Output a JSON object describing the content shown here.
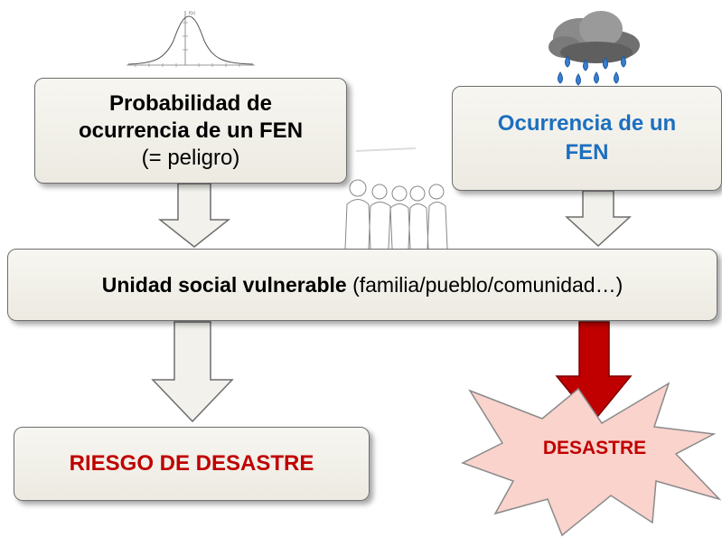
{
  "boxes": {
    "probability": {
      "line1": "Probabilidad de",
      "line2": "ocurrencia de un FEN",
      "line3": "(= peligro)"
    },
    "occurrence": {
      "line1": "Ocurrencia de un",
      "line2": "FEN"
    },
    "social_unit": {
      "bold_text": "Unidad social vulnerable",
      "normal_text": "(familia/pueblo/comunidad…)"
    },
    "risk": {
      "text": "RIESGO DE DESASTRE"
    },
    "disaster": {
      "text": "DESASTRE"
    }
  },
  "colors": {
    "occurrence_text": "#1b6fc0",
    "risk_text": "#c00000",
    "disaster_text": "#c00000",
    "disaster_fill": "#f9d3cc",
    "red_arrow": "#c00000",
    "hollow_arrow_fill": "#f2f1ec",
    "box_fill": "#efede5"
  },
  "icons": [
    "bell-curve-icon",
    "rain-cloud-icon",
    "people-group-icon"
  ]
}
